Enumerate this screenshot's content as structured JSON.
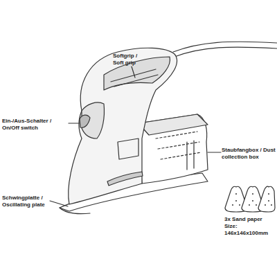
{
  "diagram": {
    "labels": [
      "Softgrip / Soft grip",
      "Ein-/Aus-Schalter / On/Off switch",
      "Staubfangbox / Dust collection box",
      "Schwingplatte / Oscillating plate",
      "3x Sand paper",
      "Size: 146x146x100mm"
    ]
  }
}
